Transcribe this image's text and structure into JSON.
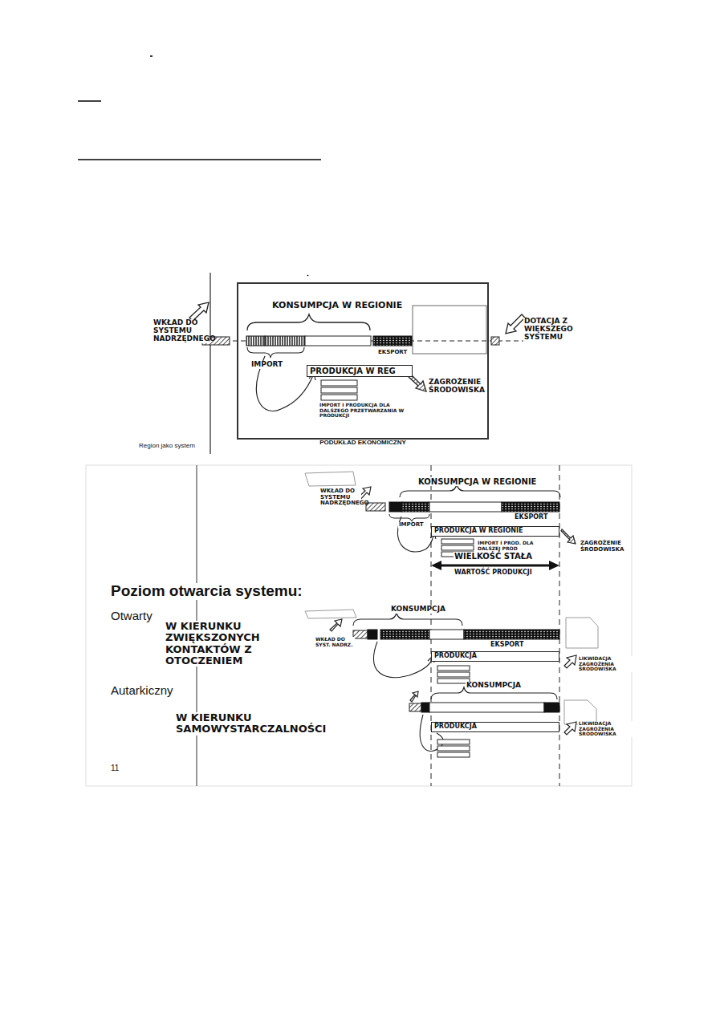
{
  "diagram": {
    "nodes": [
      {
        "text": [
          "PODUKŁAD EKONOMICZNY"
        ]
      },
      {
        "text": [
          "PRODUKCJA W REG"
        ],
        "in": 0
      },
      {
        "text": [
          "PRODUKCJA W REGIONIE"
        ]
      },
      {
        "text": [
          "PRODUKCJA"
        ]
      },
      {
        "text": [
          "PRODUKCJA"
        ]
      }
    ],
    "edges": [],
    "labels": [
      "Region jako system",
      "WKŁAD DO SYSTEMU NADRZĘDNEGO",
      "DOTACJA Z WIĘKSZEGO SYSTEMU",
      "KONSUMPCJA W REGIONIE",
      "IMPORT",
      "EKSPORT",
      "IMPORT I PRODUKCJA DLA DALSZEGO PRZETWARZANIA W PRODUKCJI",
      "ZAGROŻENIE ŚRODOWISKA",
      "Poziom otwarcia systemu:",
      "Otwarty",
      "W KIERUNKU ZWIĘKSZONYCH KONTAKTÓW Z OTOCZENIEM",
      "Autarkiczny",
      "W KIERUNKU SAMOWYSTARCZALNOŚCI",
      "11",
      "WKŁAD DO SYSTEMU NADRZĘDNEGO",
      "KONSUMPCJA W REGIONIE",
      "IMPORT",
      "EKSPORT",
      "IMPORT I PROD. DLA DALSZEJ PROD",
      "ZAGROŻENIE ŚRODOWISKA",
      "WIELKOŚĆ STAŁA",
      "WARTOŚĆ PRODUKCJI",
      "KONSUMPCJA",
      "WKŁAD DO SYST. NADRZ.",
      "EKSPORT",
      "LIKWIDACJA ZAGROŻENIA ŚRODOWISKA",
      "KONSUMPCJA",
      "LIKWIDACJA ZAGROŻENIA ŚRODOWISKA"
    ]
  }
}
